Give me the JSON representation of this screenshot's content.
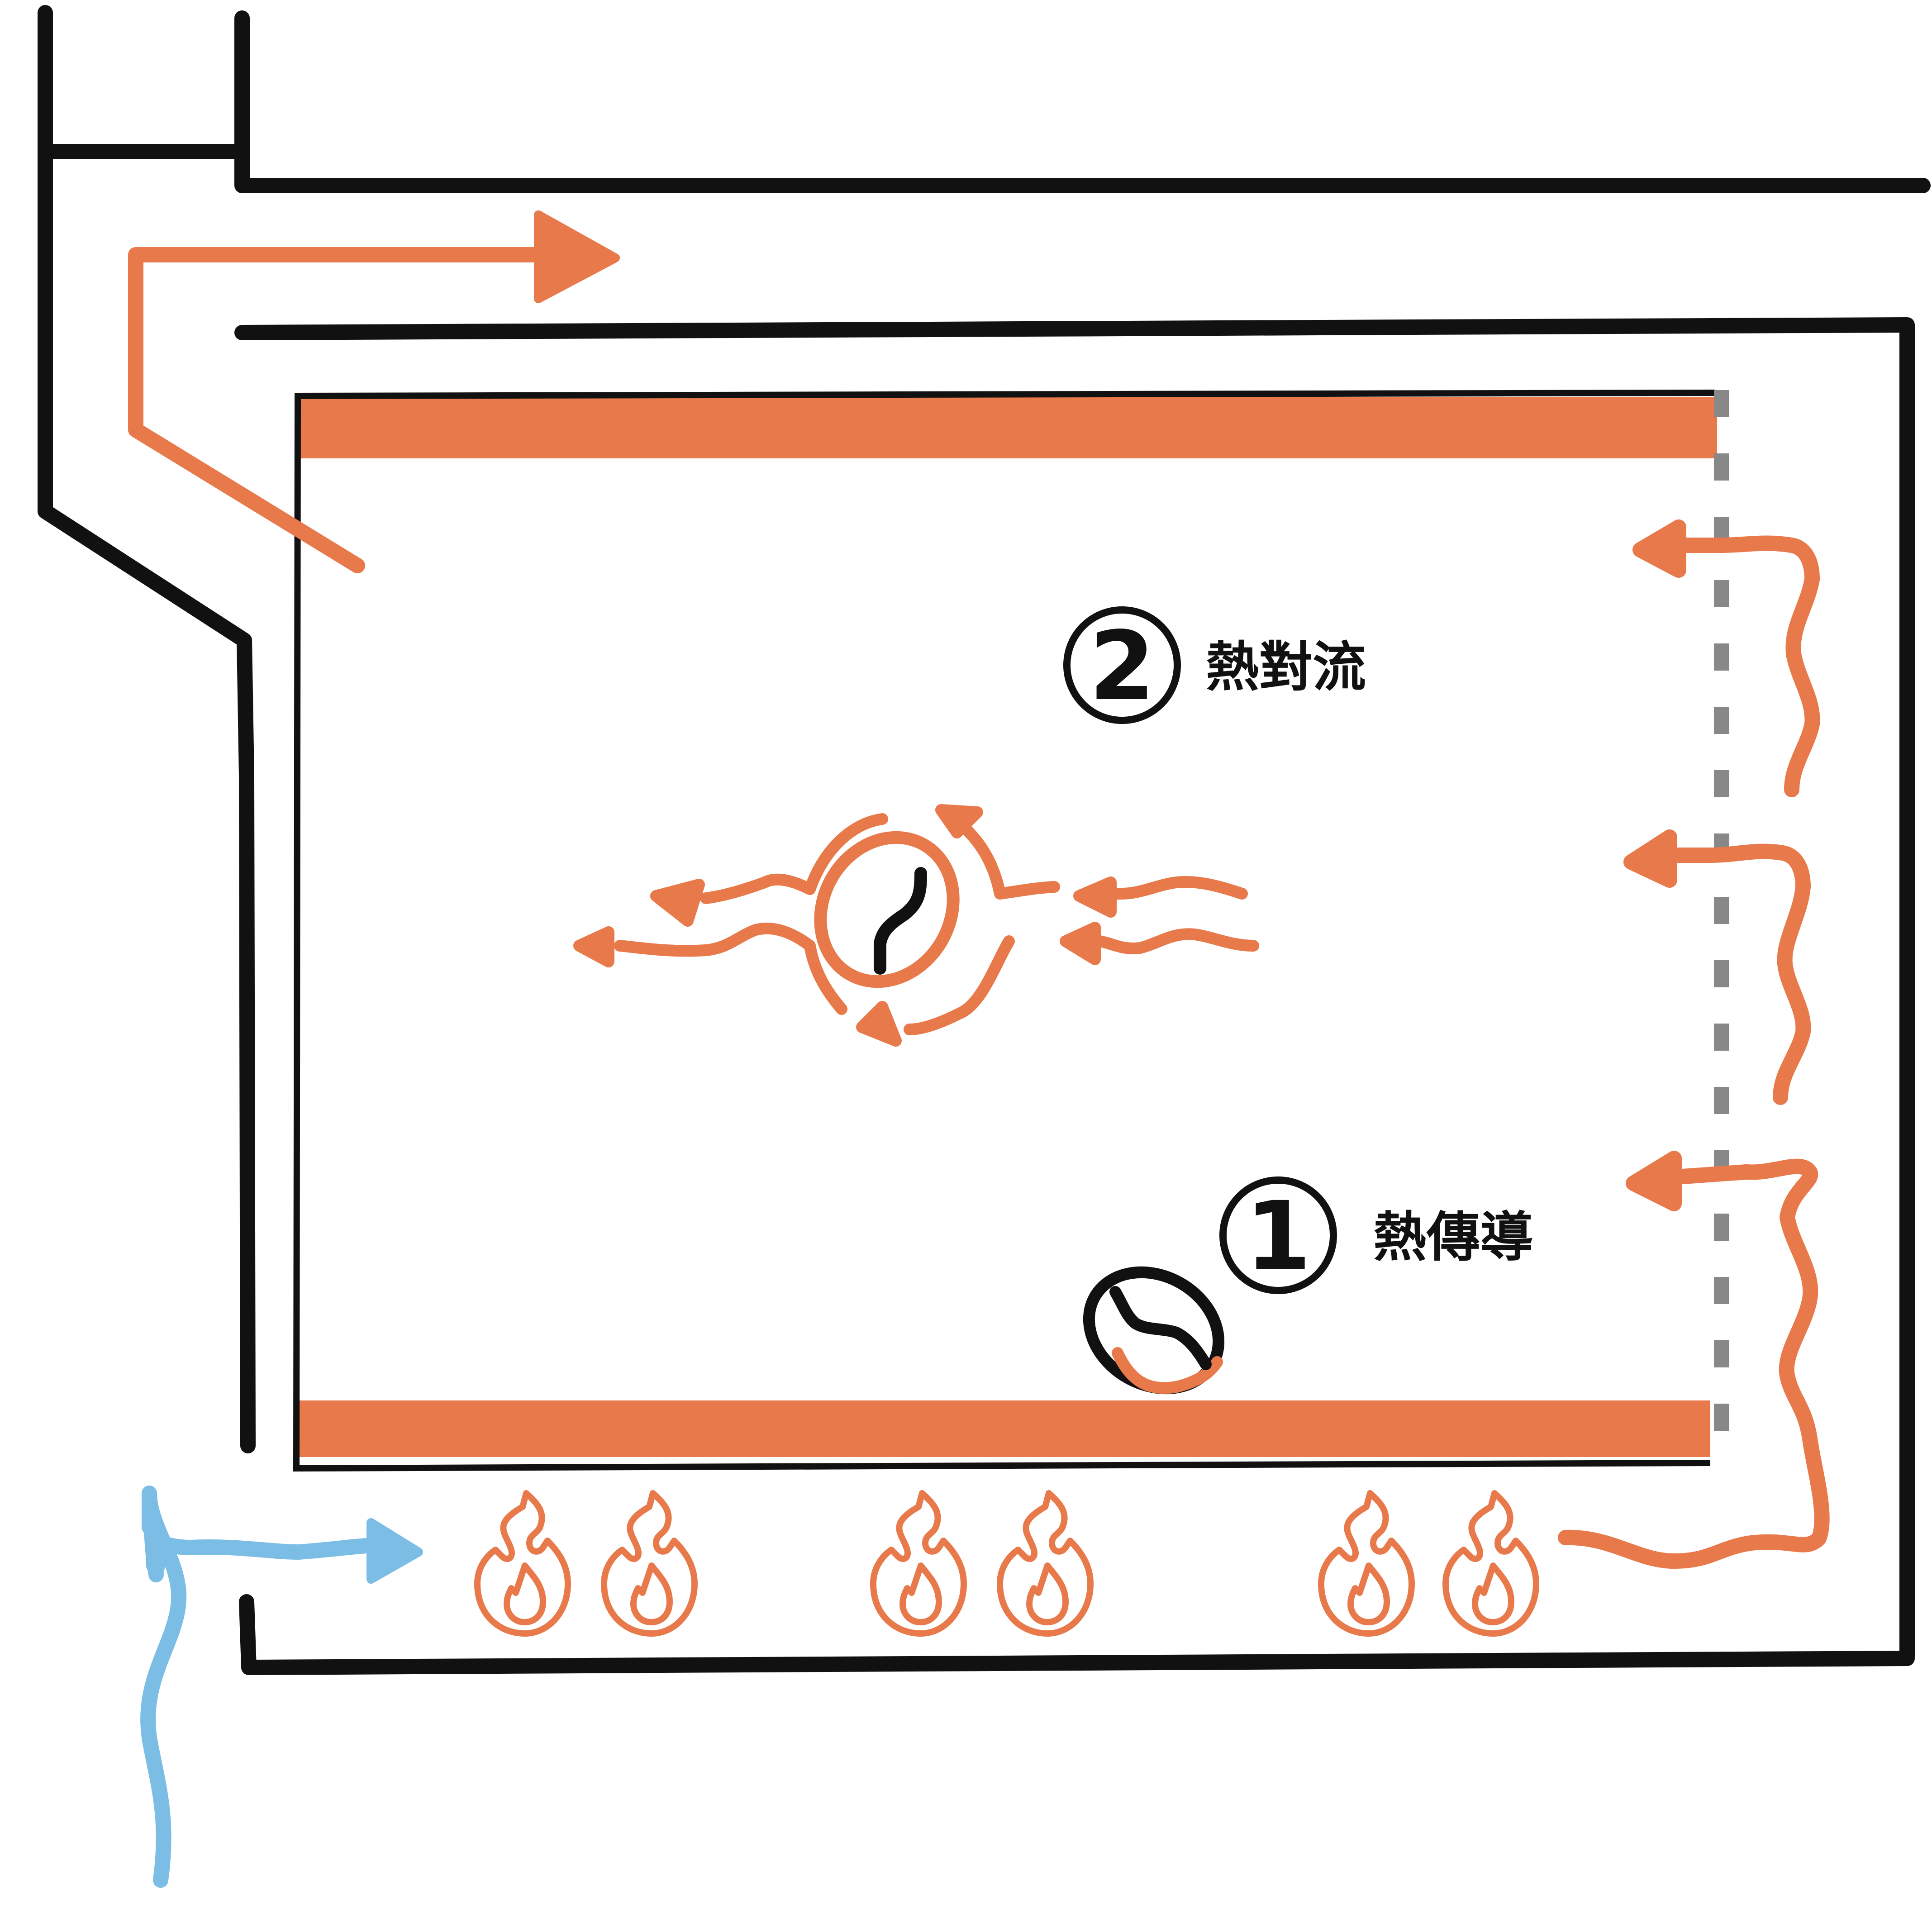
{
  "labels": {
    "convection_number": "2",
    "convection_text": "熱對流",
    "conduction_number": "1",
    "conduction_text": "熱傳導"
  },
  "colors": {
    "hot_air": "#E8794A",
    "cold_air": "#7BBDE4",
    "wall": "#111111",
    "perforated_wall": "#888888"
  },
  "icons": {
    "burner": "flame-icon",
    "bean": "coffee-bean-icon"
  }
}
